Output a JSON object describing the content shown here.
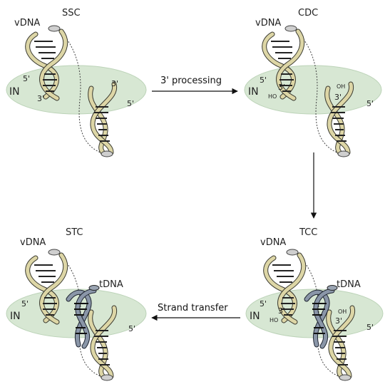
{
  "colors": {
    "membrane_fill": "#d7e7d3",
    "membrane_stroke": "#bcd3b8",
    "vdna_fill": "#ddd6a6",
    "vdna_stroke": "#3a3a30",
    "tdna_fill": "#8a96a8",
    "tdna_stroke": "#1e2430"
  },
  "panels": {
    "ssc": {
      "title": "SSC",
      "vdna": "vDNA",
      "in": "IN",
      "end_5_top": "5'",
      "end_3_top": "3'",
      "end_3_right": "3'",
      "end_5_right": "5'"
    },
    "cdc": {
      "title": "CDC",
      "vdna": "vDNA",
      "in": "IN",
      "end_5_top": "5'",
      "end_3_left": "3'",
      "ho_left": "HO",
      "oh_right": "OH",
      "end_3_right": "3'",
      "end_5_right": "5'"
    },
    "tcc": {
      "title": "TCC",
      "vdna": "vDNA",
      "tdna": "tDNA",
      "in": "IN",
      "end_5_top": "5'",
      "end_3_left": "3'",
      "ho_left": "HO",
      "oh_right": "OH",
      "end_3_right": "3'",
      "end_5_right": "5'"
    },
    "stc": {
      "title": "STC",
      "vdna": "vDNA",
      "tdna": "tDNA",
      "in": "IN",
      "end_5_top": "5'",
      "end_5_right": "5'"
    }
  },
  "arrows": {
    "processing": "3' processing",
    "transfer": "Strand transfer"
  }
}
